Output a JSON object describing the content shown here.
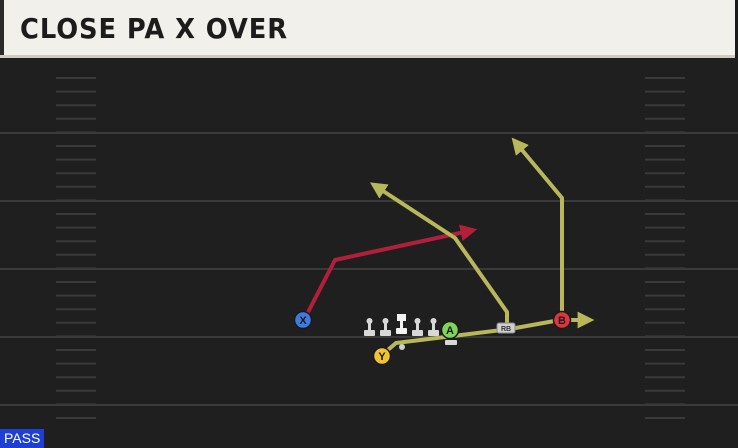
{
  "play": {
    "title": "CLOSE PA X OVER",
    "mode_badge": "PASS"
  },
  "players": {
    "x": {
      "label": "X",
      "color": "#3d7be0"
    },
    "a": {
      "label": "A",
      "color": "#7fd45a"
    },
    "b": {
      "label": "B",
      "color": "#e0353f"
    },
    "y": {
      "label": "Y",
      "color": "#f2c32c"
    },
    "rb": {
      "label": "RB"
    }
  },
  "routes": {
    "primary_color": "#b21f3a",
    "secondary_color": "#b8b85a"
  }
}
